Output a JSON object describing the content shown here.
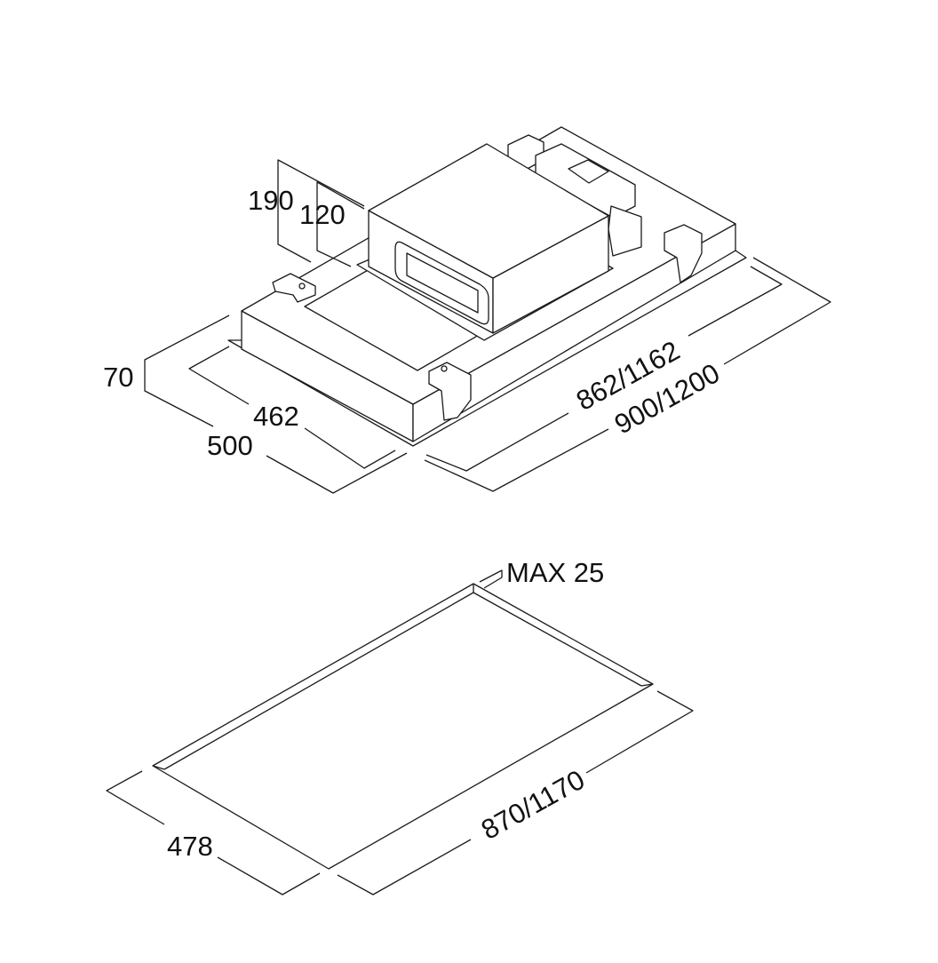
{
  "title": "Ceiling hood dimension drawing",
  "top_view": {
    "dim_total_height": "190",
    "dim_motor_height": "120",
    "dim_body_height": "70",
    "dim_inner_depth": "462",
    "dim_outer_depth": "500",
    "dim_inner_width": "862/1162",
    "dim_outer_width": "900/1200"
  },
  "bottom_view": {
    "dim_max_thickness": "MAX 25",
    "dim_cutout_depth": "478",
    "dim_cutout_width": "870/1170"
  }
}
